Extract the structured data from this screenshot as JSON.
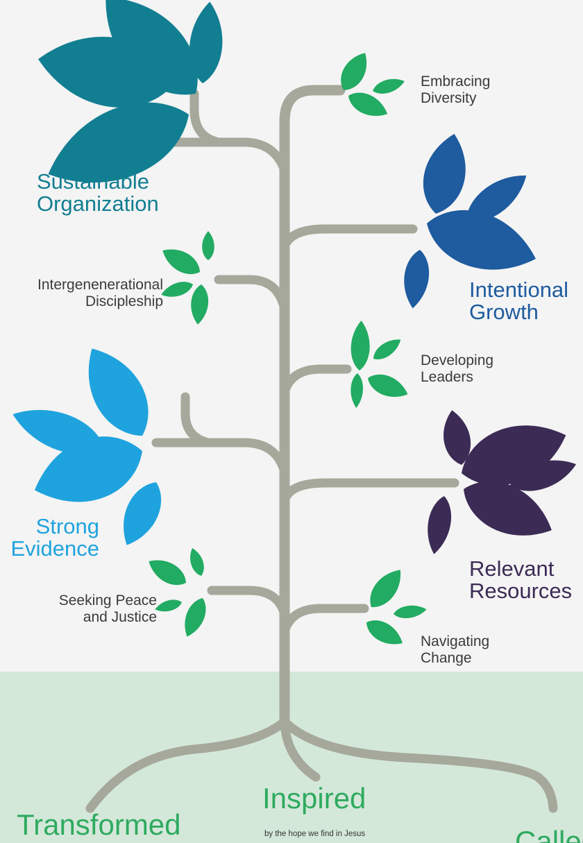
{
  "colors": {
    "background": "#f4f4f4",
    "ground": "#d4e8da",
    "branch": "#a5a89a",
    "leaf_green": "#22ab62",
    "sustainable": "#127e92",
    "intentional": "#1e5b9f",
    "strong": "#1fa3de",
    "relevant": "#3c2b55",
    "root_text": "#2faa5f"
  },
  "branches": {
    "sustainable": {
      "line1": "Sustainable",
      "line2": "Organization"
    },
    "intentional": {
      "line1": "Intentional",
      "line2": "Growth"
    },
    "strong": {
      "line1": "Strong",
      "line2": "Evidence"
    },
    "relevant": {
      "line1": "Relevant",
      "line2": "Resources"
    },
    "diversity": {
      "line1": "Embracing",
      "line2": "Diversity"
    },
    "discipleship": {
      "line1": "Intergenenerational",
      "line2": "Discipleship"
    },
    "leaders": {
      "line1": "Developing",
      "line2": "Leaders"
    },
    "peace": {
      "line1": "Seeking Peace",
      "line2": "and Justice"
    },
    "change": {
      "line1": "Navigating",
      "line2": "Change"
    }
  },
  "roots": {
    "transformed": {
      "title": "Transformed"
    },
    "inspired": {
      "title": "Inspired",
      "subtitle": "by the hope we find in Jesus"
    },
    "called": {
      "title": "Called"
    }
  }
}
